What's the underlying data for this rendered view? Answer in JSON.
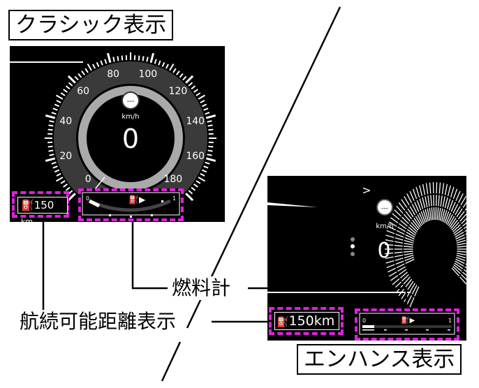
{
  "classic": {
    "title": "クラシック表示",
    "speed_unit": "km/h",
    "speed_limit": "---",
    "speed_value": "0",
    "scale_labels": [
      "0",
      "20",
      "40",
      "60",
      "80",
      "100",
      "120",
      "140",
      "160",
      "180"
    ],
    "range_value": "150",
    "range_unit": "km",
    "fuel_min": "0",
    "fuel_max": "1"
  },
  "enhanced": {
    "title": "エンハンス表示",
    "speed_unit": "km/h",
    "speed_limit": "---",
    "speed_value": "0",
    "chevron": ">",
    "range_text": "150km",
    "fuel_min": "0",
    "fuel_max": "1"
  },
  "callouts": {
    "fuel_gauge": "燃料計",
    "range_display": "航続可能距離表示"
  },
  "colors": {
    "highlight": "#e020e0",
    "panel": "#000000",
    "dial": "#3a3a3a",
    "ring": "#aaaaaa"
  }
}
